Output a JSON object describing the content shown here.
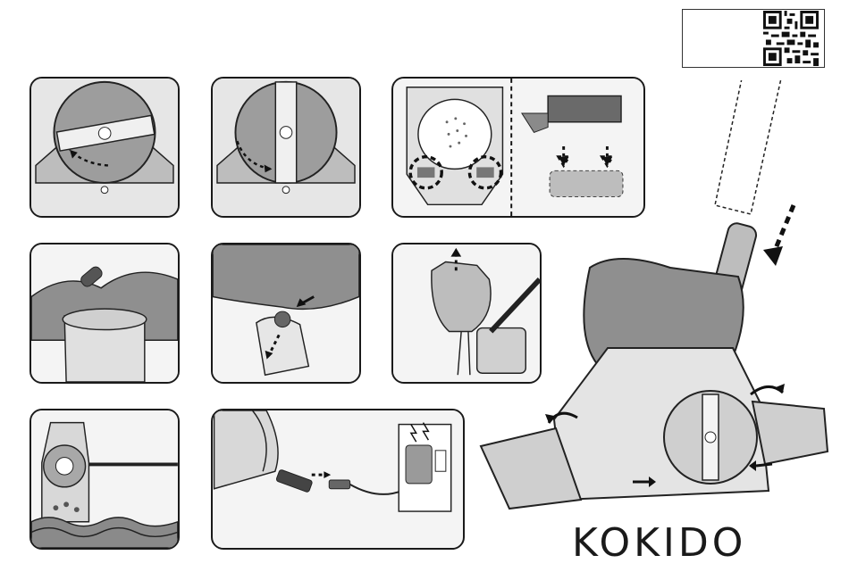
{
  "brand": {
    "logo_text": "KOKIDO"
  },
  "colors": {
    "line": "#1a1a1a",
    "panel_bg": "#f4f4f4",
    "dark_fill": "#555555",
    "mid_fill": "#9a9a9a",
    "light_fill": "#d8d8d8",
    "water": "#8a8a8a"
  },
  "icons": [
    "qr-code",
    "arrow-down",
    "rotate-arrow",
    "plug",
    "charger"
  ],
  "steps": [
    {
      "id": "step-1",
      "depicts": "unlock-rotate"
    },
    {
      "id": "step-2",
      "depicts": "lock-rotate"
    },
    {
      "id": "step-3",
      "depicts": "battery-slots"
    },
    {
      "id": "step-4",
      "depicts": "remove-filter-bag"
    },
    {
      "id": "step-5",
      "depicts": "release-clip"
    },
    {
      "id": "step-6",
      "depicts": "empty-bag"
    },
    {
      "id": "step-7",
      "depicts": "cleaner-in-water"
    },
    {
      "id": "step-8",
      "depicts": "charging"
    }
  ]
}
